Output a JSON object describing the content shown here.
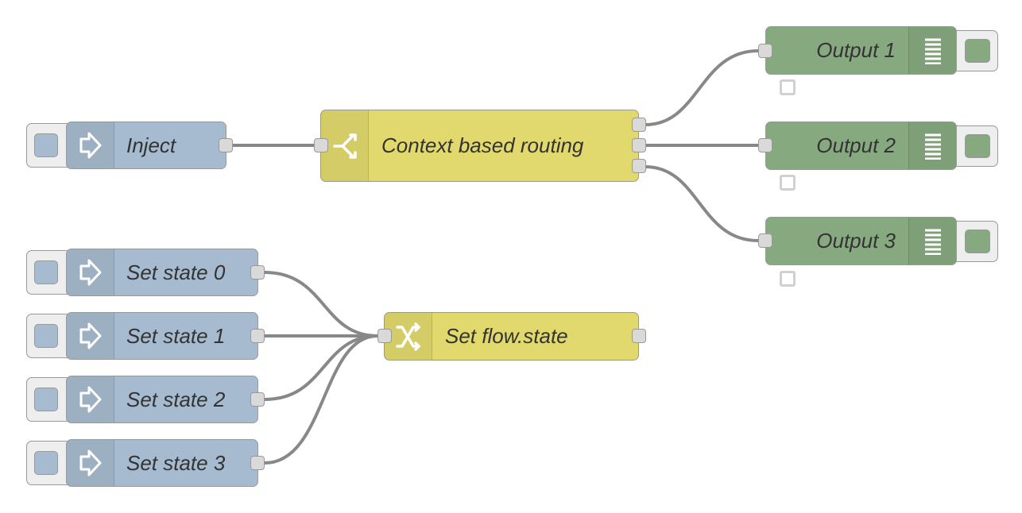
{
  "flow": {
    "nodes": {
      "inject": {
        "label": "Inject",
        "type": "inject",
        "icon": "inject-arrow-icon"
      },
      "routing": {
        "label": "Context based routing",
        "type": "switch",
        "icon": "switch-icon"
      },
      "output1": {
        "label": "Output 1",
        "type": "debug",
        "icon": "debug-list-icon"
      },
      "output2": {
        "label": "Output 2",
        "type": "debug",
        "icon": "debug-list-icon"
      },
      "output3": {
        "label": "Output 3",
        "type": "debug",
        "icon": "debug-list-icon"
      },
      "state0": {
        "label": "Set state 0",
        "type": "inject",
        "icon": "inject-arrow-icon"
      },
      "state1": {
        "label": "Set state 1",
        "type": "inject",
        "icon": "inject-arrow-icon"
      },
      "state2": {
        "label": "Set state 2",
        "type": "inject",
        "icon": "inject-arrow-icon"
      },
      "state3": {
        "label": "Set state 3",
        "type": "inject",
        "icon": "inject-arrow-icon"
      },
      "setflow": {
        "label": "Set flow.state",
        "type": "change",
        "icon": "change-shuffle-icon"
      }
    },
    "wires": [
      {
        "from": "inject",
        "to": "routing"
      },
      {
        "from": "routing",
        "port": 1,
        "to": "output1"
      },
      {
        "from": "routing",
        "port": 2,
        "to": "output2"
      },
      {
        "from": "routing",
        "port": 3,
        "to": "output3"
      },
      {
        "from": "state0",
        "to": "setflow"
      },
      {
        "from": "state1",
        "to": "setflow"
      },
      {
        "from": "state2",
        "to": "setflow"
      },
      {
        "from": "state3",
        "to": "setflow"
      }
    ],
    "colors": {
      "inject": "#a6bbcf",
      "function": "#e2d96e",
      "debug": "#87a980",
      "wire": "#888888",
      "port": "#d9d9d9",
      "border": "#999999"
    }
  }
}
